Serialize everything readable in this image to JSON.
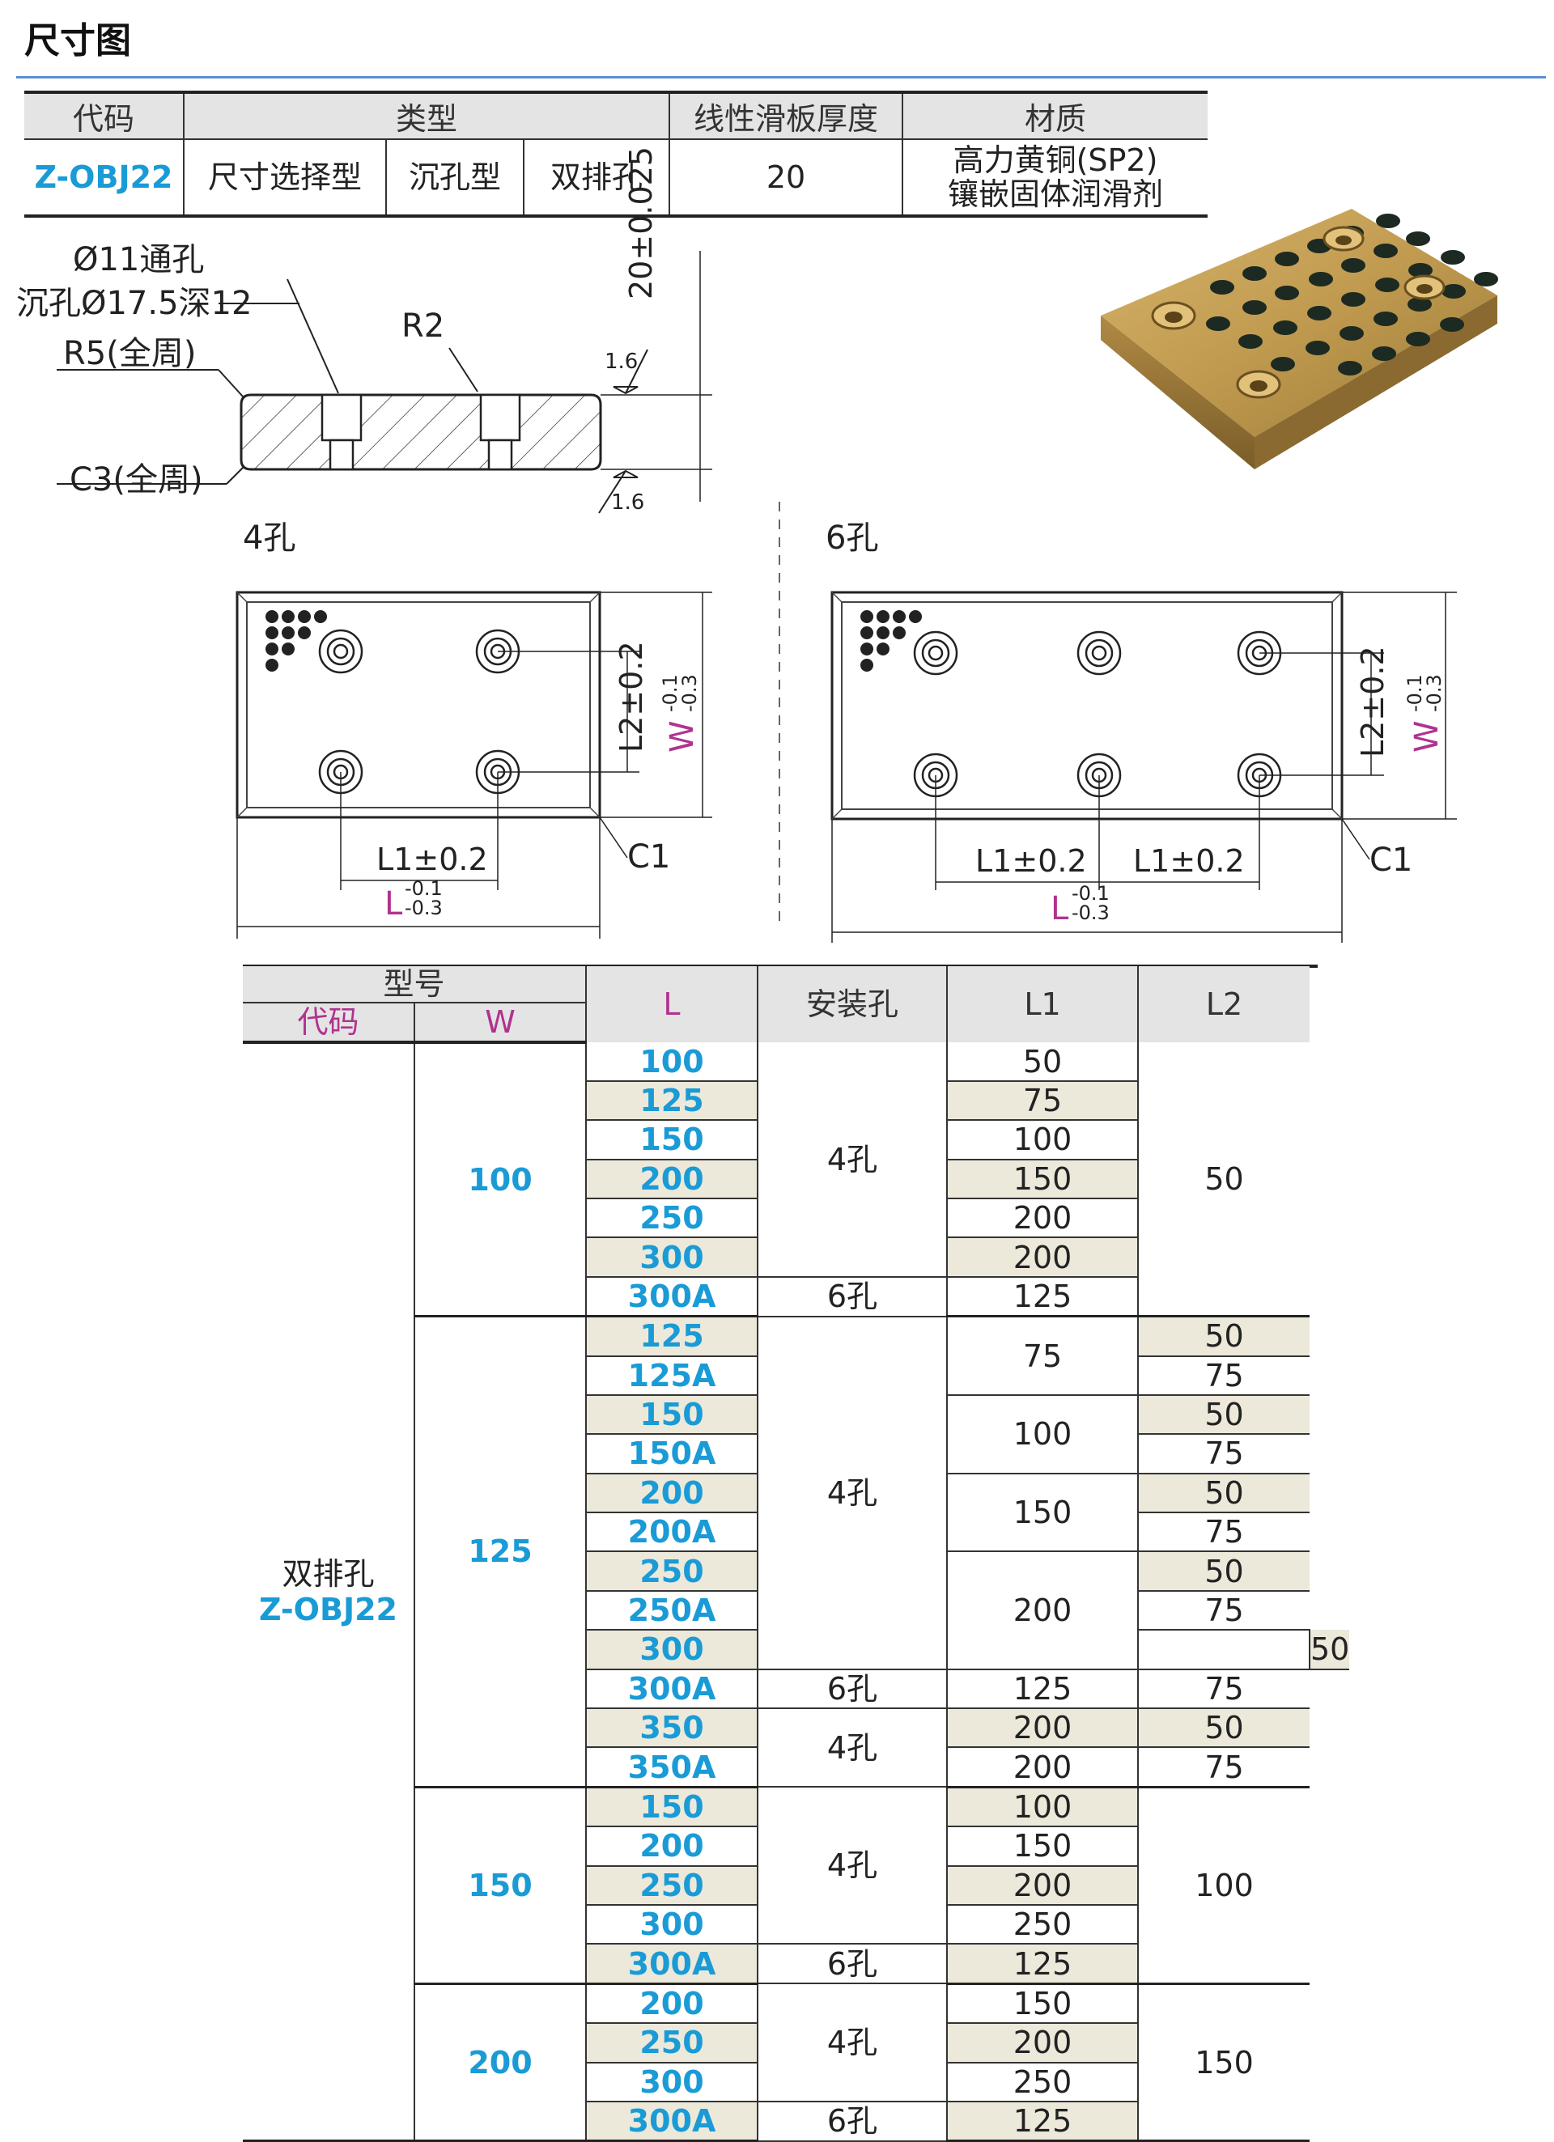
{
  "title": "尺寸图",
  "spec": {
    "headers": [
      "代码",
      "类型",
      "线性滑板厚度",
      "材质"
    ],
    "code": "Z-OBJ22",
    "type1": "尺寸选择型",
    "type2": "沉孔型",
    "type3": "双排孔",
    "thickness": "20",
    "material_line1": "高力黄铜(SP2)",
    "material_line2": "镶嵌固体润滑剂"
  },
  "section": {
    "through_hole": "Ø11通孔",
    "counterbore": "沉孔Ø17.5深12",
    "r5": "R5(全周)",
    "r2": "R2",
    "c3": "C3(全周)",
    "roughness": "1.6",
    "thickness_dim": "20±0.025"
  },
  "plan": {
    "four_hole": "4孔",
    "six_hole": "6孔",
    "l1": "L1±0.2",
    "l2": "L2±0.2",
    "l": "L",
    "w": "W",
    "tol_upper": "-0.1",
    "tol_lower": "-0.3",
    "c1": "C1"
  },
  "table": {
    "header_model": "型号",
    "header_code": "代码",
    "header_w": "W",
    "header_l": "L",
    "header_hole": "安装孔",
    "header_l1": "L1",
    "header_l2": "L2",
    "code_line1": "双排孔",
    "code_line2": "Z-OBJ22",
    "rows": [
      {
        "L": "100",
        "L1": "50"
      },
      {
        "L": "125",
        "L1": "75"
      },
      {
        "L": "150",
        "L1": "100"
      },
      {
        "L": "200",
        "L1": "150"
      },
      {
        "L": "250",
        "L1": "200"
      },
      {
        "L": "300",
        "L1": "200"
      },
      {
        "L": "300A",
        "L1": "125"
      },
      {
        "L": "125",
        "L2": "50"
      },
      {
        "L": "125A",
        "L2": "75"
      },
      {
        "L": "150",
        "L2": "50"
      },
      {
        "L": "150A",
        "L2": "75"
      },
      {
        "L": "200",
        "L2": "50"
      },
      {
        "L": "200A",
        "L2": "75"
      },
      {
        "L": "250",
        "L2": "50"
      },
      {
        "L": "250A",
        "L2": "75"
      },
      {
        "L": "300",
        "L2": "50"
      },
      {
        "L": "300A",
        "L1": "125",
        "L2": "75"
      },
      {
        "L": "350",
        "L1": "200",
        "L2": "50"
      },
      {
        "L": "350A",
        "L1": "200",
        "L2": "75"
      },
      {
        "L": "150",
        "L1": "100"
      },
      {
        "L": "200",
        "L1": "150"
      },
      {
        "L": "250",
        "L1": "200"
      },
      {
        "L": "300",
        "L1": "250"
      },
      {
        "L": "300A",
        "L1": "125"
      },
      {
        "L": "200",
        "L1": "150"
      },
      {
        "L": "250",
        "L1": "200"
      },
      {
        "L": "300",
        "L1": "250"
      },
      {
        "L": "300A",
        "L1": "125"
      }
    ],
    "w_groups": [
      "100",
      "125",
      "150",
      "200"
    ],
    "holes": {
      "four": "4孔",
      "six": "6孔"
    },
    "merged_l1": [
      "75",
      "100",
      "150",
      "200"
    ],
    "merged_l2": [
      "50",
      "100",
      "150"
    ]
  }
}
